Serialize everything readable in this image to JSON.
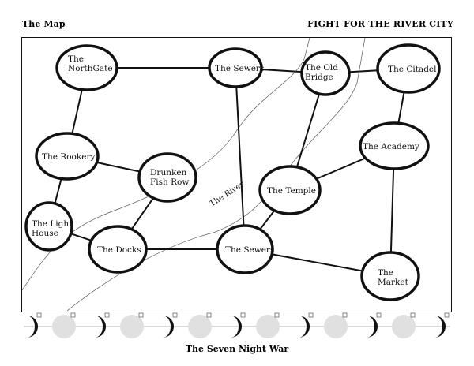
{
  "header": {
    "left_title": "The Map",
    "right_title": "FIGHT FOR THE RIVER CITY"
  },
  "map": {
    "river_label": "The River",
    "locations": [
      {
        "id": "northgate",
        "lines": [
          "The",
          "NorthGate"
        ]
      },
      {
        "id": "sewers_north",
        "lines": [
          "The Sewers"
        ]
      },
      {
        "id": "old_bridge",
        "lines": [
          "The Old",
          "Bridge"
        ]
      },
      {
        "id": "citadel",
        "lines": [
          "The Citadel"
        ]
      },
      {
        "id": "rookery",
        "lines": [
          "The Rookery"
        ]
      },
      {
        "id": "drunken_fish_row",
        "lines": [
          "Drunken",
          "Fish Row"
        ]
      },
      {
        "id": "academy",
        "lines": [
          "The Academy"
        ]
      },
      {
        "id": "temple",
        "lines": [
          "The Temple"
        ]
      },
      {
        "id": "light_house",
        "lines": [
          "The Light",
          "House"
        ]
      },
      {
        "id": "docks",
        "lines": [
          "The Docks"
        ]
      },
      {
        "id": "sewers_south",
        "lines": [
          "The Sewers"
        ]
      },
      {
        "id": "market",
        "lines": [
          "The",
          "Market"
        ]
      }
    ],
    "connections": [
      [
        "northgate",
        "sewers_north"
      ],
      [
        "sewers_north",
        "old_bridge"
      ],
      [
        "old_bridge",
        "citadel"
      ],
      [
        "northgate",
        "rookery"
      ],
      [
        "rookery",
        "drunken_fish_row"
      ],
      [
        "rookery",
        "light_house"
      ],
      [
        "light_house",
        "docks"
      ],
      [
        "drunken_fish_row",
        "docks"
      ],
      [
        "docks",
        "sewers_south"
      ],
      [
        "sewers_north",
        "sewers_south"
      ],
      [
        "old_bridge",
        "temple"
      ],
      [
        "temple",
        "academy"
      ],
      [
        "citadel",
        "academy"
      ],
      [
        "temple",
        "sewers_south"
      ],
      [
        "sewers_south",
        "market"
      ],
      [
        "academy",
        "market"
      ]
    ]
  },
  "track": {
    "nights": 7,
    "pattern": [
      "night",
      "day",
      "night",
      "day",
      "night",
      "day",
      "night",
      "day",
      "night",
      "day",
      "night",
      "day",
      "night"
    ]
  },
  "footer": {
    "title": "The Seven Night War"
  },
  "colors": {
    "ink": "#111111",
    "day_disc": "#e0e0e0",
    "river_line": "#555555"
  }
}
